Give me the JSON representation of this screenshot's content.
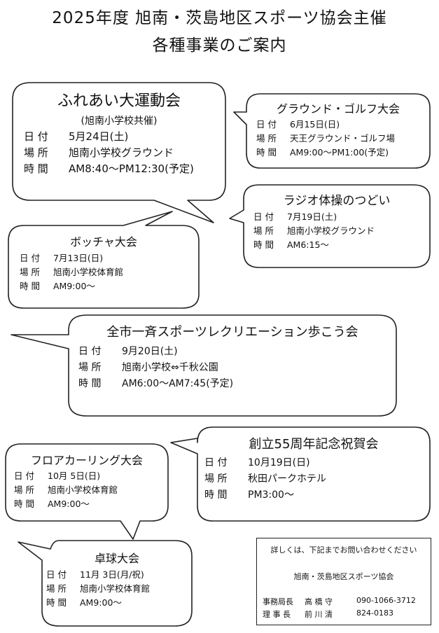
{
  "header": {
    "line1": "2025年度 旭南・茨島地区スポーツ協会主催",
    "line2": "各種事業のご案内"
  },
  "labels": {
    "date": "日 付",
    "place": "場 所",
    "time": "時 間"
  },
  "events": [
    {
      "title": "ふれあい大運動会",
      "subtitle": "(旭南小学校共催)",
      "date": "5月24日(土)",
      "place": "旭南小学校グラウンド",
      "time": "AM8:40～PM12:30(予定)"
    },
    {
      "title": "グラウンド・ゴルフ大会",
      "date": "6月15日(日)",
      "place": "天王グラウンド・ゴルフ場",
      "time": "AM9:00～PM1:00(予定)"
    },
    {
      "title": "ラジオ体操のつどい",
      "date": "7月19日(土)",
      "place": "旭南小学校グラウンド",
      "time": "AM6:15～"
    },
    {
      "title": "ボッチャ大会",
      "date": "7月13日(日)",
      "place": "旭南小学校体育館",
      "time": "AM9:00～"
    },
    {
      "title": "全市一斉スポーツレクリエーション歩こう会",
      "date": "9月20日(土)",
      "place": "旭南小学校⇔千秋公園",
      "time": "AM6:00～AM7:45(予定)"
    },
    {
      "title": "創立55周年記念祝賀会",
      "date": "10月19日(日)",
      "place": "秋田パークホテル",
      "time": "PM3:00～"
    },
    {
      "title": "フロアカーリング大会",
      "date": "10月 5日(日)",
      "place": "旭南小学校体育館",
      "time": "AM9:00～"
    },
    {
      "title": "卓球大会",
      "date": "11月 3日(月/祝)",
      "place": "旭南小学校体育館",
      "time": "AM9:00～"
    }
  ],
  "contact": {
    "intro": "詳しくは、下記までお問い合わせください",
    "org": "旭南・茨島地区スポーツ協会",
    "row1_role": "事務局長",
    "row1_name": "高 橋 守",
    "row1_phone": "090-1066-3712",
    "row2_role": "理 事 長",
    "row2_name": "前 川 清",
    "row2_phone": "824-0183"
  }
}
